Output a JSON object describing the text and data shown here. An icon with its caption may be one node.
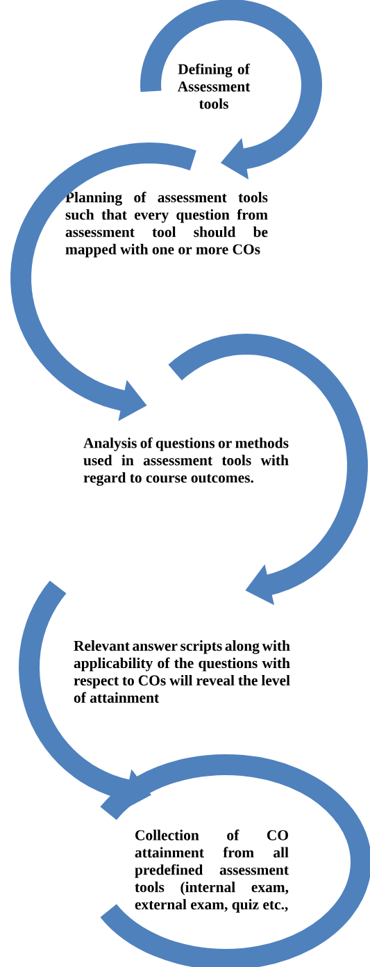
{
  "diagram": {
    "nodes": [
      {
        "text": [
          "Defining of Assessment tools"
        ]
      },
      {
        "text": [
          "Planning of assessment tools such that every question from assessment tool should be mapped with one or more COs"
        ]
      },
      {
        "text": [
          "Analysis of questions or methods used in assessment tools with regard to course outcomes."
        ]
      },
      {
        "text": [
          "Relevant answer scripts along with applicability of the questions with respect to COs will reveal the level of attainment"
        ]
      },
      {
        "text": [
          "Collection of CO attainment from all predefined assessment tools (internal exam, external exam, quiz etc.,"
        ]
      }
    ],
    "edges": [
      {
        "from": 0,
        "to": 1,
        "arrow": "to"
      },
      {
        "from": 1,
        "to": 2,
        "arrow": "to"
      },
      {
        "from": 2,
        "to": 3,
        "arrow": "to"
      },
      {
        "from": 3,
        "to": 4,
        "arrow": "to"
      }
    ]
  }
}
